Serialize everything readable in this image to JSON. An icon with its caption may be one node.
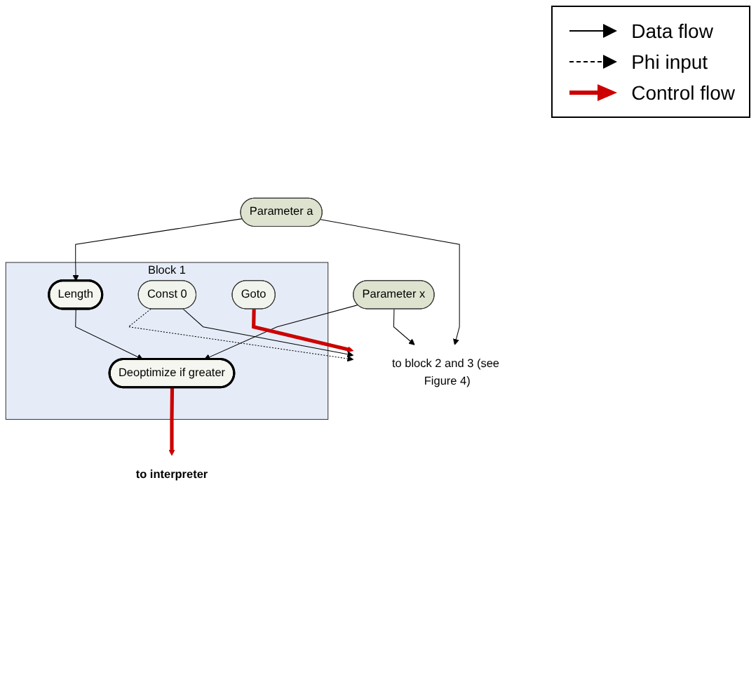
{
  "diagram": {
    "nodes": [
      {
        "text": [
          "Parameter x"
        ]
      },
      {
        "text": [
          "Parameter a"
        ]
      },
      {
        "text": [
          "Block 1"
        ]
      },
      {
        "text": [
          "Length"
        ],
        "in": 2
      },
      {
        "text": [
          "Deoptimize if greater"
        ],
        "in": 2
      },
      {
        "text": [
          "Const 0"
        ],
        "in": 2
      },
      {
        "text": [
          "Goto"
        ],
        "in": 2
      },
      {
        "text": [
          "to interpreter"
        ]
      },
      {
        "text": [
          "to block 2 and 3 (see Figure 4)"
        ]
      }
    ],
    "edges": [
      {
        "from": 1,
        "to": 3,
        "arrow": "to"
      },
      {
        "from": 0,
        "to": 4,
        "arrow": "to"
      },
      {
        "from": 3,
        "to": 4,
        "arrow": "to"
      },
      {
        "from": 4,
        "to": 7,
        "arrow": "to",
        "style": "thick",
        "color": "#cc0000"
      },
      {
        "from": 0,
        "to": 8,
        "arrow": "to"
      },
      {
        "from": 1,
        "to": 8,
        "arrow": "to"
      },
      {
        "from": 6,
        "to": 8,
        "arrow": "to",
        "style": "thick",
        "color": "#cc0000"
      },
      {
        "from": 5,
        "to": 8,
        "arrow": "to",
        "style": "dashed"
      },
      {
        "from": 5,
        "to": 8,
        "arrow": "to"
      }
    ],
    "legend": [
      {
        "text": "Data flow"
      },
      {
        "text": "Phi input"
      },
      {
        "text": "Control flow"
      }
    ]
  }
}
